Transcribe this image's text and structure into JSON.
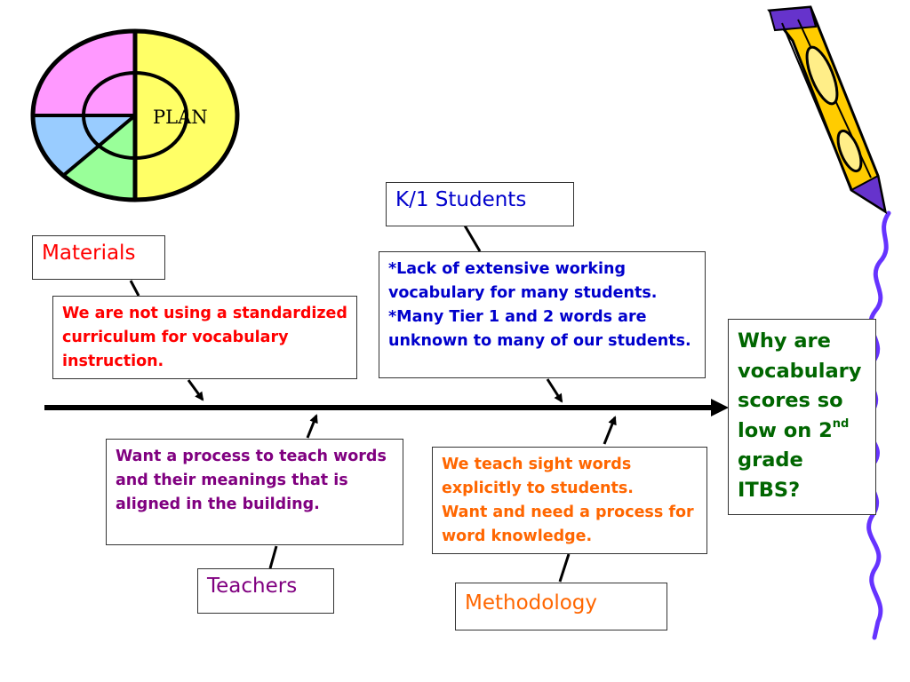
{
  "plan_wheel": {
    "label": "PLAN",
    "colors": {
      "top_left": "#ff99ff",
      "right_half": "#ffff66",
      "mid_left": "#99ccff",
      "bottom_left": "#99ff99",
      "outline": "#000000"
    }
  },
  "fishbone": {
    "spine_color": "#000000",
    "effect": {
      "line1": "Why are",
      "line2": "vocabulary",
      "line3": "scores so",
      "line4_pre": "low on 2",
      "line4_sup": "nd",
      "line5": "grade",
      "line6": "ITBS?"
    },
    "causes": {
      "materials": {
        "label": "Materials",
        "detail": "We are not using a standardized curriculum for vocabulary instruction.",
        "color": "#ff0000"
      },
      "students": {
        "label": "K/1 Students",
        "detail_line1": "*Lack of extensive working vocabulary for many students.",
        "detail_line2": "*Many Tier 1 and 2 words are unknown to many of our students.",
        "color": "#0000cc"
      },
      "teachers": {
        "label": "Teachers",
        "detail": "Want a process to teach words and their meanings that is aligned in the building.",
        "color": "#800080"
      },
      "methodology": {
        "label": "Methodology",
        "detail_line1": "We teach sight words explicitly to students.",
        "detail_line2": "Want and need a process for word knowledge.",
        "color": "#ff6600"
      }
    }
  },
  "decorations": {
    "pencil_icon": "pencil-icon",
    "pencil_colors": {
      "body": "#ffcc00",
      "accent": "#6633cc",
      "outline": "#000000"
    },
    "squiggle_color": "#6633ff"
  }
}
